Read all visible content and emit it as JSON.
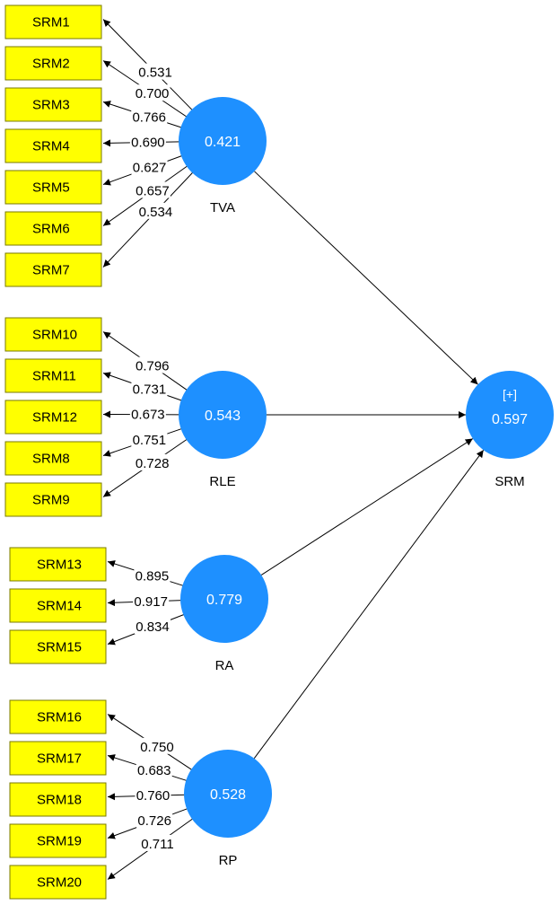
{
  "colors": {
    "indicator_fill": "#ffff00",
    "latent_fill": "#1e90ff",
    "edge": "#000000"
  },
  "latents": [
    {
      "id": "TVA",
      "name": "TVA",
      "value": "0.421"
    },
    {
      "id": "RLE",
      "name": "RLE",
      "value": "0.543"
    },
    {
      "id": "RA",
      "name": "RA",
      "value": "0.779"
    },
    {
      "id": "RP",
      "name": "RP",
      "value": "0.528"
    },
    {
      "id": "SRM",
      "name": "SRM",
      "value": "0.597",
      "expand_label": "[+]"
    }
  ],
  "indicators": [
    {
      "id": "SRM1",
      "label": "SRM1",
      "latent": "TVA",
      "loading": "0.531"
    },
    {
      "id": "SRM2",
      "label": "SRM2",
      "latent": "TVA",
      "loading": "0.700"
    },
    {
      "id": "SRM3",
      "label": "SRM3",
      "latent": "TVA",
      "loading": "0.766"
    },
    {
      "id": "SRM4",
      "label": "SRM4",
      "latent": "TVA",
      "loading": "0.690"
    },
    {
      "id": "SRM5",
      "label": "SRM5",
      "latent": "TVA",
      "loading": "0.627"
    },
    {
      "id": "SRM6",
      "label": "SRM6",
      "latent": "TVA",
      "loading": "0.657"
    },
    {
      "id": "SRM7",
      "label": "SRM7",
      "latent": "TVA",
      "loading": "0.534"
    },
    {
      "id": "SRM10",
      "label": "SRM10",
      "latent": "RLE",
      "loading": "0.796"
    },
    {
      "id": "SRM11",
      "label": "SRM11",
      "latent": "RLE",
      "loading": "0.731"
    },
    {
      "id": "SRM12",
      "label": "SRM12",
      "latent": "RLE",
      "loading": "0.673"
    },
    {
      "id": "SRM8",
      "label": "SRM8",
      "latent": "RLE",
      "loading": "0.751"
    },
    {
      "id": "SRM9",
      "label": "SRM9",
      "latent": "RLE",
      "loading": "0.728"
    },
    {
      "id": "SRM13",
      "label": "SRM13",
      "latent": "RA",
      "loading": "0.895"
    },
    {
      "id": "SRM14",
      "label": "SRM14",
      "latent": "RA",
      "loading": "0.917"
    },
    {
      "id": "SRM15",
      "label": "SRM15",
      "latent": "RA",
      "loading": "0.834"
    },
    {
      "id": "SRM16",
      "label": "SRM16",
      "latent": "RP",
      "loading": "0.750"
    },
    {
      "id": "SRM17",
      "label": "SRM17",
      "latent": "RP",
      "loading": "0.683"
    },
    {
      "id": "SRM18",
      "label": "SRM18",
      "latent": "RP",
      "loading": "0.760"
    },
    {
      "id": "SRM19",
      "label": "SRM19",
      "latent": "RP",
      "loading": "0.726"
    },
    {
      "id": "SRM20",
      "label": "SRM20",
      "latent": "RP",
      "loading": "0.711"
    }
  ],
  "paths": [
    {
      "from": "TVA",
      "to": "SRM"
    },
    {
      "from": "RLE",
      "to": "SRM"
    },
    {
      "from": "RA",
      "to": "SRM"
    },
    {
      "from": "RP",
      "to": "SRM"
    }
  ]
}
